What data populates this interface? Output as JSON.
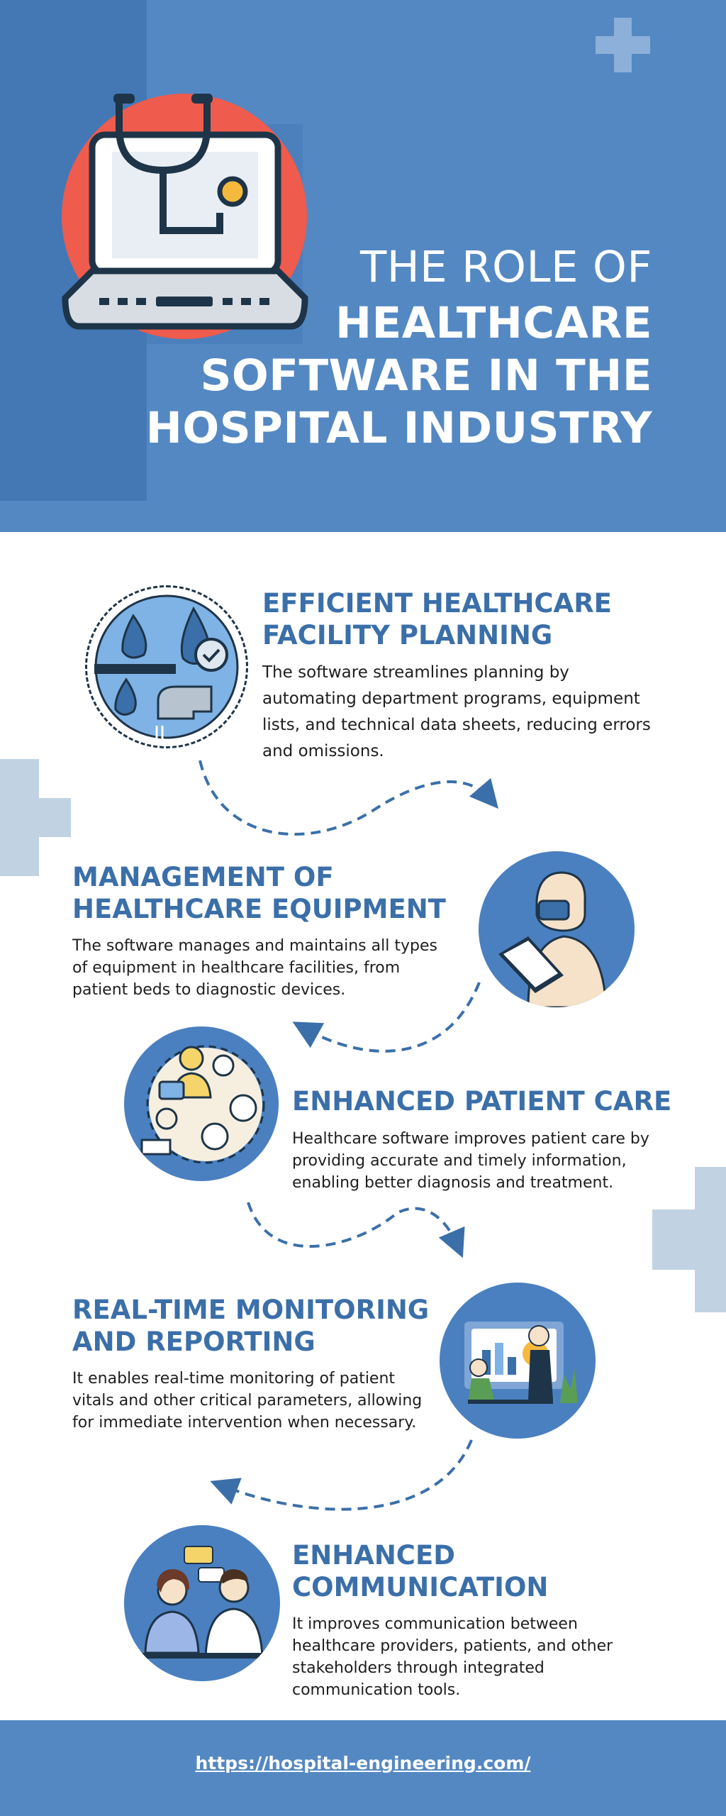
{
  "header": {
    "title_line1": "THE ROLE OF",
    "title_line2": "HEALTHCARE",
    "title_line3": "SOFTWARE IN THE",
    "title_line4": "HOSPITAL INDUSTRY"
  },
  "sections": [
    {
      "heading_line1": "EFFICIENT HEALTHCARE",
      "heading_line2": "FACILITY PLANNING",
      "body": "The software streamlines planning by automating department programs, equipment lists, and technical data sheets, reducing errors and omissions.",
      "icon": "water-drops-faucet-icon"
    },
    {
      "heading_line1": "MANAGEMENT OF",
      "heading_line2": "HEALTHCARE EQUIPMENT",
      "body": "The software manages and maintains all types of equipment in healthcare facilities, from patient beds to diagnostic devices.",
      "icon": "doctor-clipboard-icon"
    },
    {
      "heading_line1": "ENHANCED PATIENT CARE",
      "heading_line2": "",
      "body": "Healthcare software improves patient care by providing accurate and timely information, enabling better diagnosis and treatment.",
      "icon": "patient-care-team-icon"
    },
    {
      "heading_line1": "REAL-TIME MONITORING",
      "heading_line2": "AND REPORTING",
      "body": "It enables real-time monitoring of patient vitals and other critical parameters, allowing for immediate intervention when necessary.",
      "icon": "monitoring-dashboard-icon"
    },
    {
      "heading_line1": "ENHANCED",
      "heading_line2": "COMMUNICATION",
      "body": "It improves communication between healthcare providers, patients, and other stakeholders through integrated communication tools.",
      "icon": "two-people-chatting-icon"
    }
  ],
  "footer": {
    "url": "https://hospital-engineering.com/"
  },
  "colors": {
    "primary_blue": "#5488c2",
    "heading_blue": "#3b6fa9",
    "accent_red": "#ef5b4c",
    "light_plus": "#c1d3e2"
  }
}
